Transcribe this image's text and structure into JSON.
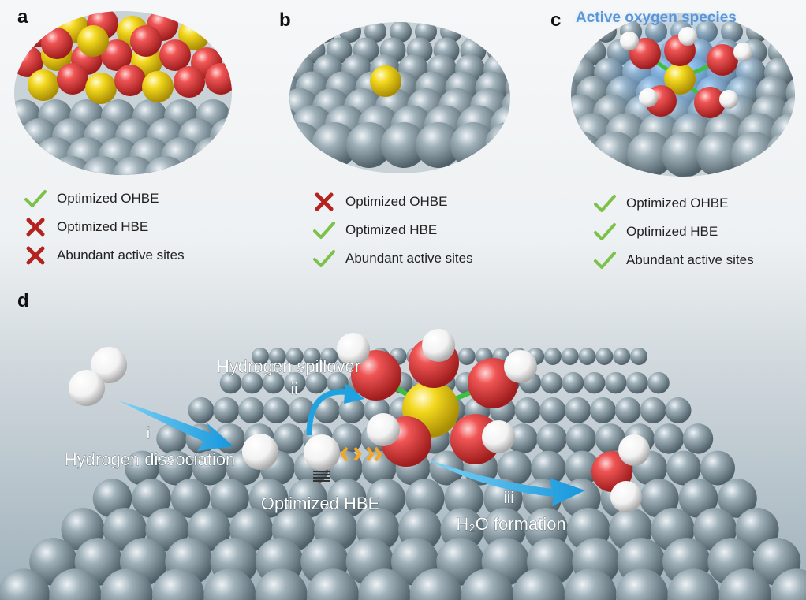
{
  "panels": {
    "a": {
      "letter": "a",
      "items": [
        {
          "text": "Optimized OHBE",
          "status": "check"
        },
        {
          "text": "Optimized HBE",
          "status": "cross"
        },
        {
          "text": "Abundant active sites",
          "status": "cross"
        }
      ]
    },
    "b": {
      "letter": "b",
      "items": [
        {
          "text": "Optimized OHBE",
          "status": "cross"
        },
        {
          "text": "Optimized HBE",
          "status": "check"
        },
        {
          "text": "Abundant active sites",
          "status": "check"
        }
      ]
    },
    "c": {
      "letter": "c",
      "title": "Active oxygen species",
      "items": [
        {
          "text": "Optimized OHBE",
          "status": "check"
        },
        {
          "text": "Optimized HBE",
          "status": "check"
        },
        {
          "text": "Abundant active sites",
          "status": "check"
        }
      ]
    },
    "d": {
      "letter": "d",
      "step_i": "i",
      "step_i_label": "Hydrogen dissociation",
      "step_ii": "ii",
      "step_ii_label": "Hydrogen spillover",
      "step_iii": "iii",
      "step_iii_label": "H₂O formation",
      "hbe_label": "Optimized HBE"
    }
  },
  "colors": {
    "support_atom": "#8ea0aa",
    "oxygen_atom": "#e24a4a",
    "metal_atom": "#f2d21a",
    "hydrogen_atom": "#ffffff",
    "bond": "#3fbf3f",
    "arrow": "#1fa3e0",
    "check": "#7cc24a",
    "cross": "#b3231f",
    "title": "#5a96d6"
  }
}
